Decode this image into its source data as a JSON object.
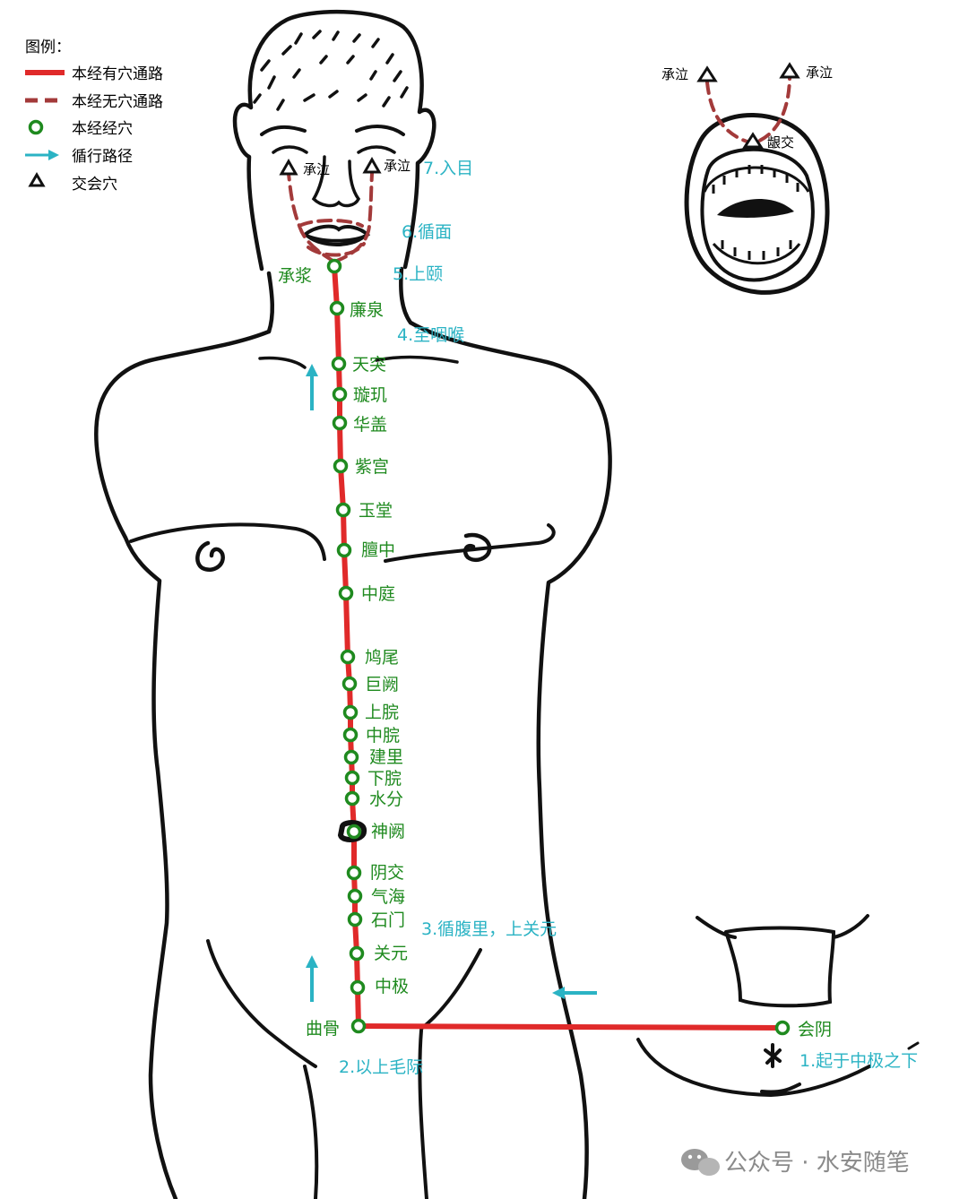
{
  "colors": {
    "channel_solid": "#e02a2a",
    "channel_dashed": "#a33a3a",
    "point": "#1f8a1f",
    "flow": "#2bb3c4",
    "outline": "#111111"
  },
  "legend": {
    "title": "图例：",
    "items": [
      {
        "icon": "solid-red-line",
        "label": "本经有穴通路"
      },
      {
        "icon": "dashed-red-line",
        "label": "本经无穴通路"
      },
      {
        "icon": "green-circle",
        "label": "本经经穴"
      },
      {
        "icon": "cyan-arrow",
        "label": "循行路径"
      },
      {
        "icon": "black-triangle",
        "label": "交会穴"
      }
    ]
  },
  "points": [
    {
      "name": "承浆"
    },
    {
      "name": "廉泉"
    },
    {
      "name": "天突"
    },
    {
      "name": "璇玑"
    },
    {
      "name": "华盖"
    },
    {
      "name": "紫宫"
    },
    {
      "name": "玉堂"
    },
    {
      "name": "膻中"
    },
    {
      "name": "中庭"
    },
    {
      "name": "鸠尾"
    },
    {
      "name": "巨阙"
    },
    {
      "name": "上脘"
    },
    {
      "name": "中脘"
    },
    {
      "name": "建里"
    },
    {
      "name": "下脘"
    },
    {
      "name": "水分"
    },
    {
      "name": "神阙"
    },
    {
      "name": "阴交"
    },
    {
      "name": "气海"
    },
    {
      "name": "石门"
    },
    {
      "name": "关元"
    },
    {
      "name": "中极"
    },
    {
      "name": "曲骨"
    },
    {
      "name": "会阴"
    }
  ],
  "path_steps": [
    {
      "label": "1.起于中极之下"
    },
    {
      "label": "2.以上毛际"
    },
    {
      "label": "3.循腹里，上关元"
    },
    {
      "label": "4.至咽喉"
    },
    {
      "label": "5.上颐"
    },
    {
      "label": "6.循面"
    },
    {
      "label": "7.入目"
    }
  ],
  "crossing_points": {
    "face_left": "承泣",
    "face_right": "承泣",
    "mouth_left": "承泣",
    "mouth_right": "承泣",
    "mouth_center": "龈交"
  },
  "watermark": "公众号 · 水安随笔"
}
